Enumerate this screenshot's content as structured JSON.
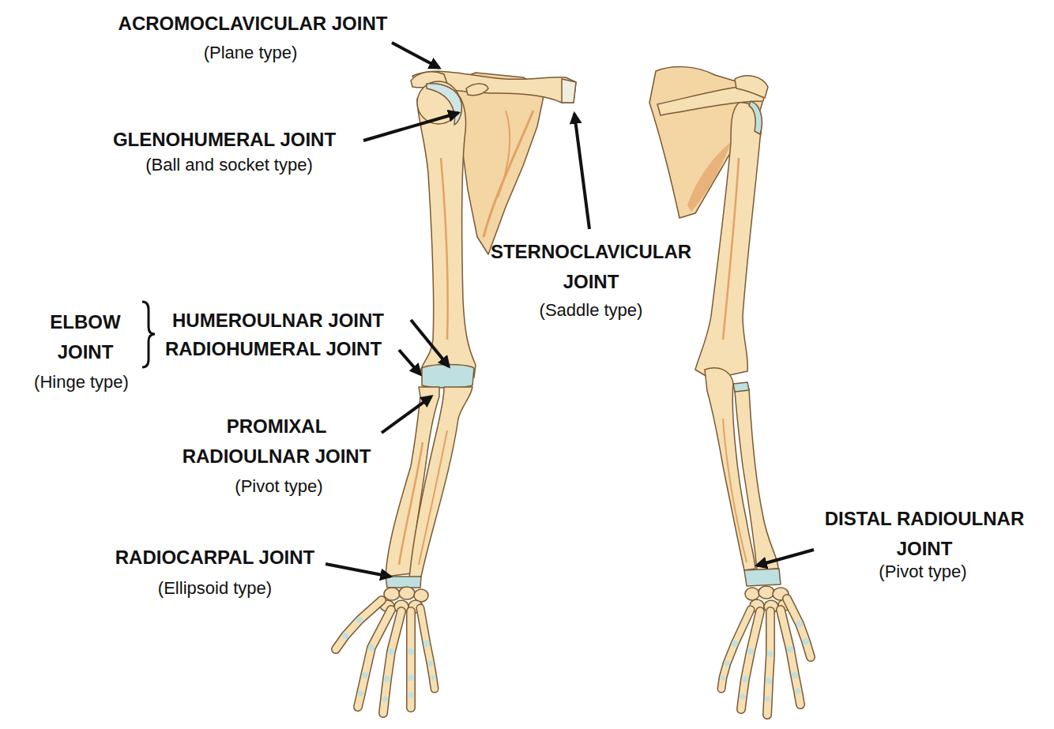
{
  "diagram": {
    "labels": [
      "ACROMOCLAVICULAR JOINT",
      "(Plane type)",
      "GLENOHUMERAL JOINT",
      "(Ball and socket type)",
      "STERNOCLAVICULAR JOINT",
      "(Saddle type)",
      "ELBOW JOINT",
      "HUMEROULNAR JOINT",
      "RADIOHUMERAL JOINT",
      "(Hinge type)",
      "PROMIXAL RADIOULNAR JOINT",
      "(Pivot type)",
      "DISTAL RADIOULNAR JOINT",
      "(Pivot type)",
      "RADIOCARPAL JOINT",
      "(Ellipsoid type)"
    ]
  }
}
